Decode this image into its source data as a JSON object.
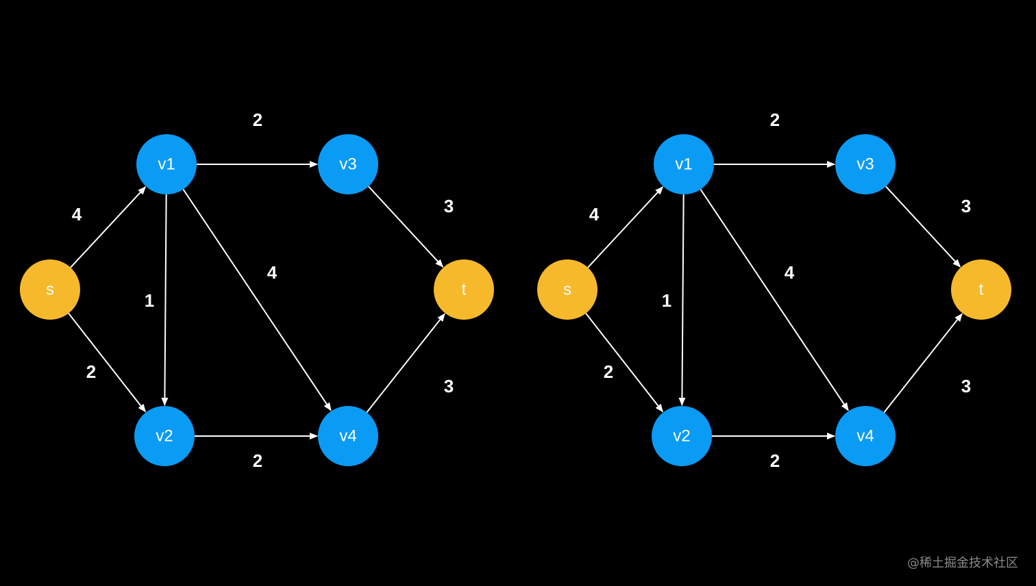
{
  "colors": {
    "background": "#000000",
    "source_sink_node": "#F7B92C",
    "inner_node": "#0A9BF5",
    "edge": "#FFFFFF",
    "text": "#FFFFFF",
    "watermark": "#8A8A8A"
  },
  "graphs": [
    {
      "nodes": [
        {
          "id": "s",
          "label": "s",
          "kind": "terminal"
        },
        {
          "id": "v1",
          "label": "v1",
          "kind": "inner"
        },
        {
          "id": "v2",
          "label": "v2",
          "kind": "inner"
        },
        {
          "id": "v3",
          "label": "v3",
          "kind": "inner"
        },
        {
          "id": "v4",
          "label": "v4",
          "kind": "inner"
        },
        {
          "id": "t",
          "label": "t",
          "kind": "terminal"
        }
      ],
      "edges": [
        {
          "from": "s",
          "to": "v1",
          "weight": "4"
        },
        {
          "from": "s",
          "to": "v2",
          "weight": "2"
        },
        {
          "from": "v1",
          "to": "v3",
          "weight": "2"
        },
        {
          "from": "v1",
          "to": "v2",
          "weight": "1"
        },
        {
          "from": "v1",
          "to": "v4",
          "weight": "4"
        },
        {
          "from": "v2",
          "to": "v4",
          "weight": "2"
        },
        {
          "from": "v3",
          "to": "t",
          "weight": "3"
        },
        {
          "from": "v4",
          "to": "t",
          "weight": "3"
        }
      ]
    },
    {
      "nodes": [
        {
          "id": "s",
          "label": "s",
          "kind": "terminal"
        },
        {
          "id": "v1",
          "label": "v1",
          "kind": "inner"
        },
        {
          "id": "v2",
          "label": "v2",
          "kind": "inner"
        },
        {
          "id": "v3",
          "label": "v3",
          "kind": "inner"
        },
        {
          "id": "v4",
          "label": "v4",
          "kind": "inner"
        },
        {
          "id": "t",
          "label": "t",
          "kind": "terminal"
        }
      ],
      "edges": [
        {
          "from": "s",
          "to": "v1",
          "weight": "4"
        },
        {
          "from": "s",
          "to": "v2",
          "weight": "2"
        },
        {
          "from": "v1",
          "to": "v3",
          "weight": "2"
        },
        {
          "from": "v1",
          "to": "v2",
          "weight": "1"
        },
        {
          "from": "v1",
          "to": "v4",
          "weight": "4"
        },
        {
          "from": "v2",
          "to": "v4",
          "weight": "2"
        },
        {
          "from": "v3",
          "to": "t",
          "weight": "3"
        },
        {
          "from": "v4",
          "to": "t",
          "weight": "3"
        }
      ]
    }
  ],
  "watermark": "@稀土掘金技术社区"
}
